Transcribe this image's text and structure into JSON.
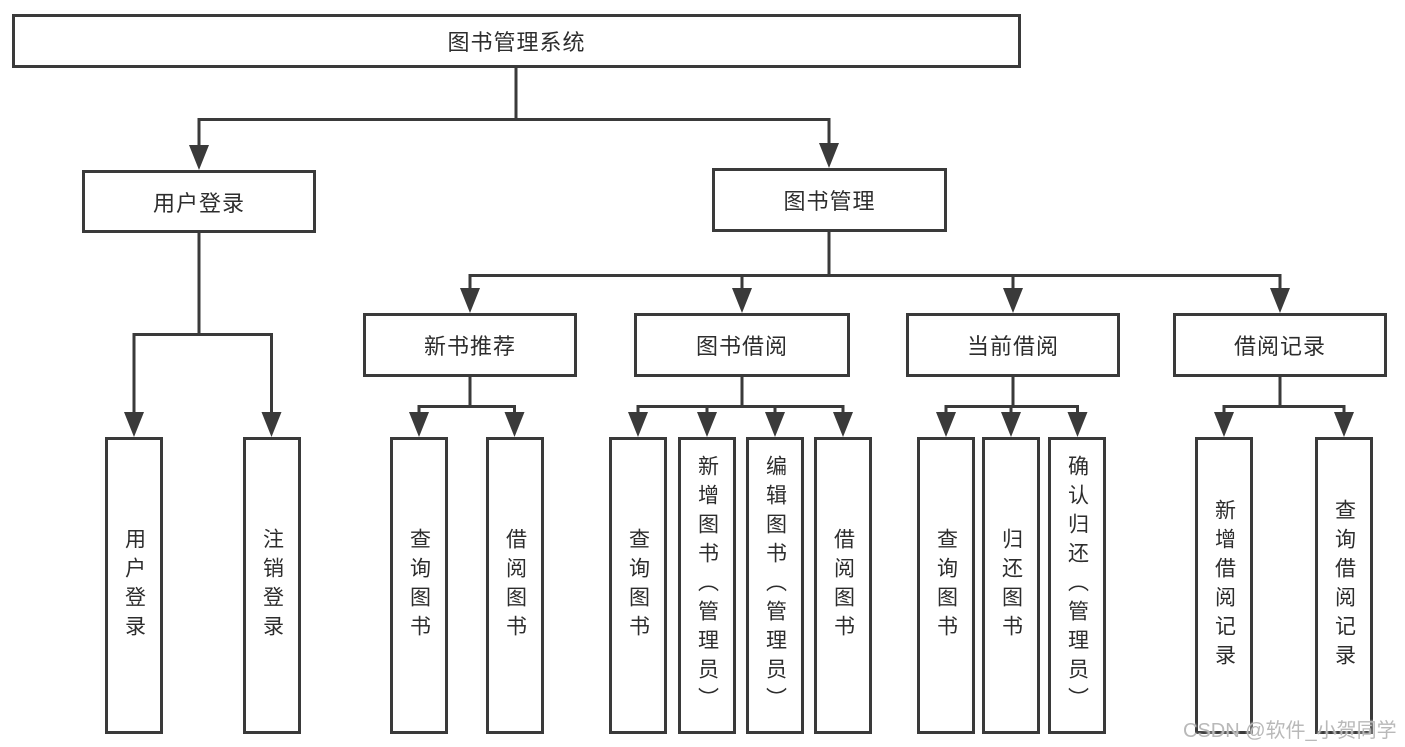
{
  "diagram": {
    "nodes": {
      "root": "图书管理系统",
      "user_login": "用户登录",
      "book_mgmt": "图书管理",
      "new_book_rec": "新书推荐",
      "book_borrow": "图书借阅",
      "current_borrow": "当前借阅",
      "borrow_records": "借阅记录",
      "leaf_user_login": "用户登录",
      "leaf_logout": "注销登录",
      "leaf_rec_query": "查询图书",
      "leaf_rec_borrow": "借阅图书",
      "leaf_bb_query": "查询图书",
      "leaf_bb_add": "新增图书（管理员）",
      "leaf_bb_edit": "编辑图书（管理员）",
      "leaf_bb_borrow": "借阅图书",
      "leaf_cb_query": "查询图书",
      "leaf_cb_return": "归还图书",
      "leaf_cb_confirm": "确认归还（管理员）",
      "leaf_br_add": "新增借阅记录",
      "leaf_br_query": "查询借阅记录"
    },
    "hierarchy": {
      "图书管理系统": {
        "用户登录": [
          "用户登录",
          "注销登录"
        ],
        "图书管理": {
          "新书推荐": [
            "查询图书",
            "借阅图书"
          ],
          "图书借阅": [
            "查询图书",
            "新增图书（管理员）",
            "编辑图书（管理员）",
            "借阅图书"
          ],
          "当前借阅": [
            "查询图书",
            "归还图书",
            "确认归还（管理员）"
          ],
          "借阅记录": [
            "新增借阅记录",
            "查询借阅记录"
          ]
        }
      }
    },
    "colors": {
      "line": "#3a3a3a",
      "text": "#2d2d2d",
      "background": "#ffffff"
    }
  },
  "watermark": {
    "text": "CSDN @软件_小贺同学",
    "color": "#b9b9b9"
  }
}
